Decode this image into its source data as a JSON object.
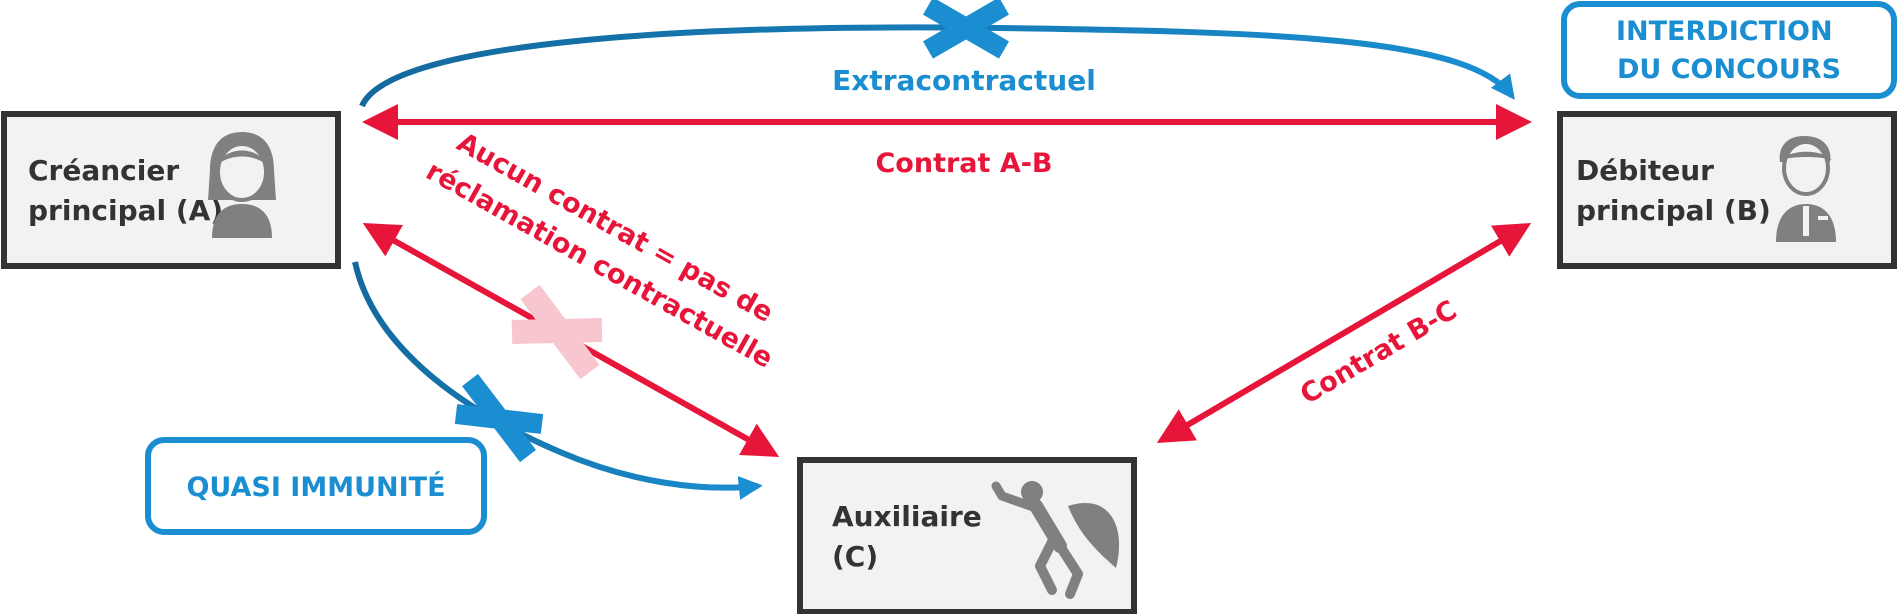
{
  "parties": {
    "creditor": {
      "line1": "Créancier",
      "line2": "principal (A)",
      "icon": "woman-avatar-icon"
    },
    "debtor": {
      "line1": "Débiteur",
      "line2": "principal (B)",
      "icon": "businessman-avatar-icon"
    },
    "auxiliary": {
      "line1": "Auxiliaire",
      "line2": "(C)",
      "icon": "superhero-icon"
    }
  },
  "relations": {
    "extracontractual": "Extracontractuel",
    "contract_ab": "Contrat A-B",
    "contract_bc": "Contrat B-C",
    "no_contract_line1": "Aucun contrat = pas de",
    "no_contract_line2": "réclamation contractuelle"
  },
  "callouts": {
    "interdiction_line1": "INTERDICTION",
    "interdiction_line2": "DU CONCOURS",
    "quasi_immunity": "QUASI IMMUNITÉ"
  },
  "colors": {
    "red": "#e8153a",
    "blue": "#1a8ed1",
    "box_border": "#333333",
    "box_fill": "#f2f2f2",
    "icon_gray": "#808080",
    "cross_pink": "#f7c6cf"
  }
}
